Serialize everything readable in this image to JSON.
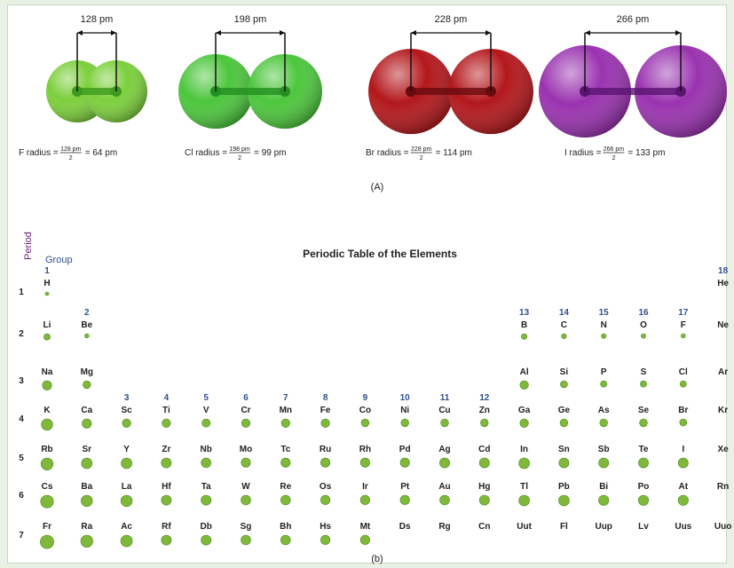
{
  "molecules": [
    {
      "bond": "128 pm",
      "label": "F radius = ",
      "num": "128 pm",
      "den": "2",
      "result": "= 64 pm",
      "color": "#7ccf3c",
      "bondColor": "#3c9a1e"
    },
    {
      "bond": "198 pm",
      "label": "Cl radius = ",
      "num": "198 pm",
      "den": "2",
      "result": "= 99 pm",
      "color": "#4cc63c",
      "bondColor": "#238f22"
    },
    {
      "bond": "228 pm",
      "label": "Br radius = ",
      "num": "228 pm",
      "den": "2",
      "result": "= 114 pm",
      "color": "#b3171b",
      "bondColor": "#6a0a0e"
    },
    {
      "bond": "266 pm",
      "label": "I radius = ",
      "num": "266 pm",
      "den": "2",
      "result": "= 133 pm",
      "color": "#9a32b0",
      "bondColor": "#5a1470"
    }
  ],
  "caption_a": "(A)",
  "caption_b": "(b)",
  "table": {
    "title": "Periodic Table of the Elements",
    "period_label": "Period",
    "group_label": "Group",
    "period_numbers": [
      "1",
      "2",
      "3",
      "4",
      "5",
      "6",
      "7"
    ],
    "colors": {
      "group_number": "#2f4f8f",
      "ball": "#7fb83a",
      "ball_dark": "#4c8a1e"
    },
    "groups": [
      {
        "n": "1",
        "col": 1,
        "row": 1
      },
      {
        "n": "2",
        "col": 2,
        "row": 2
      },
      {
        "n": "3",
        "col": 3,
        "row": 4
      },
      {
        "n": "4",
        "col": 4,
        "row": 4
      },
      {
        "n": "5",
        "col": 5,
        "row": 4
      },
      {
        "n": "6",
        "col": 6,
        "row": 4
      },
      {
        "n": "7",
        "col": 7,
        "row": 4
      },
      {
        "n": "8",
        "col": 8,
        "row": 4
      },
      {
        "n": "9",
        "col": 9,
        "row": 4
      },
      {
        "n": "10",
        "col": 10,
        "row": 4
      },
      {
        "n": "11",
        "col": 11,
        "row": 4
      },
      {
        "n": "12",
        "col": 12,
        "row": 4
      },
      {
        "n": "13",
        "col": 13,
        "row": 2
      },
      {
        "n": "14",
        "col": 14,
        "row": 2
      },
      {
        "n": "15",
        "col": 15,
        "row": 2
      },
      {
        "n": "16",
        "col": 16,
        "row": 2
      },
      {
        "n": "17",
        "col": 17,
        "row": 2
      },
      {
        "n": "18",
        "col": 18,
        "row": 1
      }
    ],
    "elements": [
      {
        "s": "H",
        "p": 1,
        "g": 1,
        "r": 0.25
      },
      {
        "s": "He",
        "p": 1,
        "g": 18,
        "r": 0
      },
      {
        "s": "Li",
        "p": 2,
        "g": 1,
        "r": 0.45
      },
      {
        "s": "Be",
        "p": 2,
        "g": 2,
        "r": 0.3
      },
      {
        "s": "B",
        "p": 2,
        "g": 13,
        "r": 0.4
      },
      {
        "s": "C",
        "p": 2,
        "g": 14,
        "r": 0.35
      },
      {
        "s": "N",
        "p": 2,
        "g": 15,
        "r": 0.33
      },
      {
        "s": "O",
        "p": 2,
        "g": 16,
        "r": 0.32
      },
      {
        "s": "F",
        "p": 2,
        "g": 17,
        "r": 0.3
      },
      {
        "s": "Ne",
        "p": 2,
        "g": 18,
        "r": 0
      },
      {
        "s": "Na",
        "p": 3,
        "g": 1,
        "r": 0.65
      },
      {
        "s": "Mg",
        "p": 3,
        "g": 2,
        "r": 0.55
      },
      {
        "s": "Al",
        "p": 3,
        "g": 13,
        "r": 0.6
      },
      {
        "s": "Si",
        "p": 3,
        "g": 14,
        "r": 0.5
      },
      {
        "s": "P",
        "p": 3,
        "g": 15,
        "r": 0.45
      },
      {
        "s": "S",
        "p": 3,
        "g": 16,
        "r": 0.45
      },
      {
        "s": "Cl",
        "p": 3,
        "g": 17,
        "r": 0.45
      },
      {
        "s": "Ar",
        "p": 3,
        "g": 18,
        "r": 0
      },
      {
        "s": "K",
        "p": 4,
        "g": 1,
        "r": 0.8
      },
      {
        "s": "Ca",
        "p": 4,
        "g": 2,
        "r": 0.65
      },
      {
        "s": "Sc",
        "p": 4,
        "g": 3,
        "r": 0.6
      },
      {
        "s": "Ti",
        "p": 4,
        "g": 4,
        "r": 0.6
      },
      {
        "s": "V",
        "p": 4,
        "g": 5,
        "r": 0.58
      },
      {
        "s": "Cr",
        "p": 4,
        "g": 6,
        "r": 0.6
      },
      {
        "s": "Mn",
        "p": 4,
        "g": 7,
        "r": 0.6
      },
      {
        "s": "Fe",
        "p": 4,
        "g": 8,
        "r": 0.6
      },
      {
        "s": "Co",
        "p": 4,
        "g": 9,
        "r": 0.55
      },
      {
        "s": "Ni",
        "p": 4,
        "g": 10,
        "r": 0.55
      },
      {
        "s": "Cu",
        "p": 4,
        "g": 11,
        "r": 0.55
      },
      {
        "s": "Zn",
        "p": 4,
        "g": 12,
        "r": 0.55
      },
      {
        "s": "Ga",
        "p": 4,
        "g": 13,
        "r": 0.6
      },
      {
        "s": "Ge",
        "p": 4,
        "g": 14,
        "r": 0.55
      },
      {
        "s": "As",
        "p": 4,
        "g": 15,
        "r": 0.55
      },
      {
        "s": "Se",
        "p": 4,
        "g": 16,
        "r": 0.55
      },
      {
        "s": "Br",
        "p": 4,
        "g": 17,
        "r": 0.5
      },
      {
        "s": "Kr",
        "p": 4,
        "g": 18,
        "r": 0
      },
      {
        "s": "Rb",
        "p": 5,
        "g": 1,
        "r": 0.85
      },
      {
        "s": "Sr",
        "p": 5,
        "g": 2,
        "r": 0.75
      },
      {
        "s": "Y",
        "p": 5,
        "g": 3,
        "r": 0.75
      },
      {
        "s": "Zr",
        "p": 5,
        "g": 4,
        "r": 0.7
      },
      {
        "s": "Nb",
        "p": 5,
        "g": 5,
        "r": 0.68
      },
      {
        "s": "Mo",
        "p": 5,
        "g": 6,
        "r": 0.65
      },
      {
        "s": "Tc",
        "p": 5,
        "g": 7,
        "r": 0.65
      },
      {
        "s": "Ru",
        "p": 5,
        "g": 8,
        "r": 0.65
      },
      {
        "s": "Rh",
        "p": 5,
        "g": 9,
        "r": 0.65
      },
      {
        "s": "Pd",
        "p": 5,
        "g": 10,
        "r": 0.65
      },
      {
        "s": "Ag",
        "p": 5,
        "g": 11,
        "r": 0.7
      },
      {
        "s": "Cd",
        "p": 5,
        "g": 12,
        "r": 0.7
      },
      {
        "s": "In",
        "p": 5,
        "g": 13,
        "r": 0.75
      },
      {
        "s": "Sn",
        "p": 5,
        "g": 14,
        "r": 0.7
      },
      {
        "s": "Sb",
        "p": 5,
        "g": 15,
        "r": 0.7
      },
      {
        "s": "Te",
        "p": 5,
        "g": 16,
        "r": 0.7
      },
      {
        "s": "I",
        "p": 5,
        "g": 17,
        "r": 0.7
      },
      {
        "s": "Xe",
        "p": 5,
        "g": 18,
        "r": 0
      },
      {
        "s": "Cs",
        "p": 6,
        "g": 1,
        "r": 0.9
      },
      {
        "s": "Ba",
        "p": 6,
        "g": 2,
        "r": 0.8
      },
      {
        "s": "La",
        "p": 6,
        "g": 3,
        "r": 0.8
      },
      {
        "s": "Hf",
        "p": 6,
        "g": 4,
        "r": 0.7
      },
      {
        "s": "Ta",
        "p": 6,
        "g": 5,
        "r": 0.7
      },
      {
        "s": "W",
        "p": 6,
        "g": 6,
        "r": 0.68
      },
      {
        "s": "Re",
        "p": 6,
        "g": 7,
        "r": 0.68
      },
      {
        "s": "Os",
        "p": 6,
        "g": 8,
        "r": 0.66
      },
      {
        "s": "Ir",
        "p": 6,
        "g": 9,
        "r": 0.66
      },
      {
        "s": "Pt",
        "p": 6,
        "g": 10,
        "r": 0.66
      },
      {
        "s": "Au",
        "p": 6,
        "g": 11,
        "r": 0.68
      },
      {
        "s": "Hg",
        "p": 6,
        "g": 12,
        "r": 0.7
      },
      {
        "s": "Tl",
        "p": 6,
        "g": 13,
        "r": 0.75
      },
      {
        "s": "Pb",
        "p": 6,
        "g": 14,
        "r": 0.75
      },
      {
        "s": "Bi",
        "p": 6,
        "g": 15,
        "r": 0.72
      },
      {
        "s": "Po",
        "p": 6,
        "g": 16,
        "r": 0.72
      },
      {
        "s": "At",
        "p": 6,
        "g": 17,
        "r": 0.72
      },
      {
        "s": "Rn",
        "p": 6,
        "g": 18,
        "r": 0
      },
      {
        "s": "Fr",
        "p": 7,
        "g": 1,
        "r": 0.95
      },
      {
        "s": "Ra",
        "p": 7,
        "g": 2,
        "r": 0.85
      },
      {
        "s": "Ac",
        "p": 7,
        "g": 3,
        "r": 0.82
      },
      {
        "s": "Rf",
        "p": 7,
        "g": 4,
        "r": 0.7
      },
      {
        "s": "Db",
        "p": 7,
        "g": 5,
        "r": 0.7
      },
      {
        "s": "Sg",
        "p": 7,
        "g": 6,
        "r": 0.68
      },
      {
        "s": "Bh",
        "p": 7,
        "g": 7,
        "r": 0.68
      },
      {
        "s": "Hs",
        "p": 7,
        "g": 8,
        "r": 0.66
      },
      {
        "s": "Mt",
        "p": 7,
        "g": 9,
        "r": 0.66
      },
      {
        "s": "Ds",
        "p": 7,
        "g": 10,
        "r": 0
      },
      {
        "s": "Rg",
        "p": 7,
        "g": 11,
        "r": 0
      },
      {
        "s": "Cn",
        "p": 7,
        "g": 12,
        "r": 0
      },
      {
        "s": "Uut",
        "p": 7,
        "g": 13,
        "r": 0
      },
      {
        "s": "Fl",
        "p": 7,
        "g": 14,
        "r": 0
      },
      {
        "s": "Uup",
        "p": 7,
        "g": 15,
        "r": 0
      },
      {
        "s": "Lv",
        "p": 7,
        "g": 16,
        "r": 0
      },
      {
        "s": "Uus",
        "p": 7,
        "g": 17,
        "r": 0
      },
      {
        "s": "Uuo",
        "p": 7,
        "g": 18,
        "r": 0
      }
    ]
  }
}
